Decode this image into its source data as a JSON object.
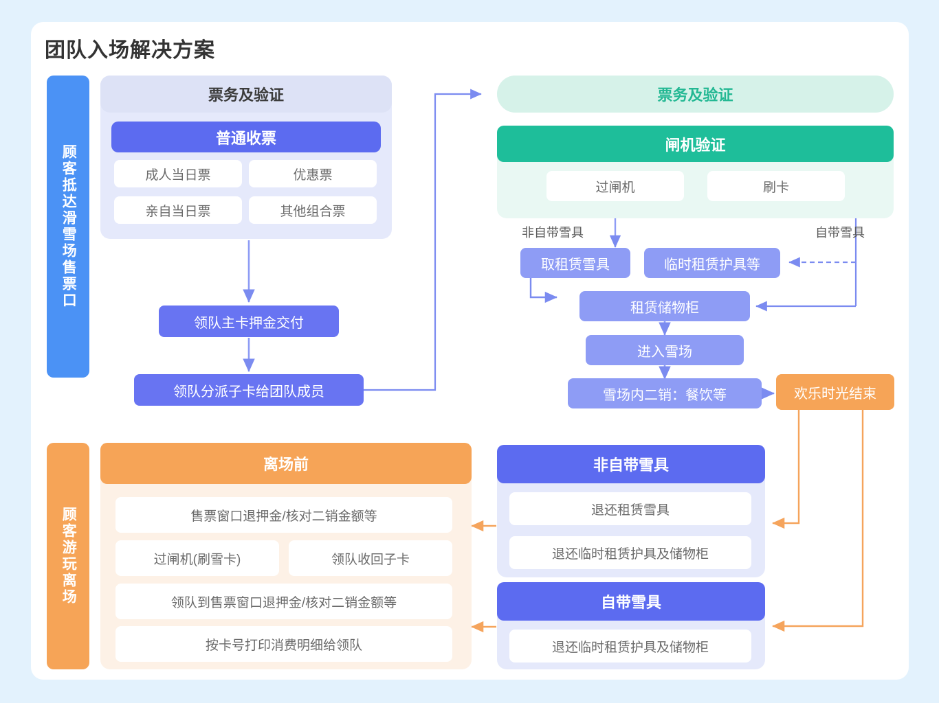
{
  "page": {
    "title": "团队入场解决方案",
    "background_color": "#e3f2fd",
    "card_color": "#ffffff"
  },
  "colors": {
    "lane_blue": "#4b92f5",
    "lane_orange": "#f6a457",
    "panel_lavender": "#e5e9fb",
    "panel_mint": "#e9f8f3",
    "panel_peach": "#fdf1e6",
    "head_lavender": "#dde2f6",
    "head_mint": "#d6f2e9",
    "head_green": "#1ebe9a",
    "head_indigo": "#5c6bf0",
    "head_orange": "#f6a457",
    "node_periwinkle": "#8e9cf5",
    "node_indigo": "#6874f2",
    "node_orange": "#f6a457",
    "wire_blue": "#7b8bf0",
    "wire_orange": "#f5a45c"
  },
  "lanes": {
    "top": "顾客抵达滑雪场售票口",
    "bottom": "顾客游玩离场"
  },
  "ticketing_panel": {
    "header": "票务及验证",
    "subheader": "普通收票",
    "chips": [
      "成人当日票",
      "优惠票",
      "亲自当日票",
      "其他组合票"
    ]
  },
  "leader_flow": {
    "deposit": "领队主卡押金交付",
    "assign": "领队分派子卡给团队成员"
  },
  "verification_panel": {
    "header": "票务及验证",
    "subheader": "闸机验证",
    "chips": [
      "过闸机",
      "刷卡"
    ]
  },
  "edge_labels": {
    "not_own_gear": "非自带雪具",
    "own_gear": "自带雪具"
  },
  "in_park_flow": {
    "rent_gear": "取租赁雪具",
    "temp_rent": "临时租赁护具等",
    "locker": "租赁储物柜",
    "enter": "进入雪场",
    "secondary_sales": "雪场内二销：餐饮等",
    "happy_end": "欢乐时光结束"
  },
  "before_leaving_panel": {
    "header": "离场前",
    "rows": [
      "售票窗口退押金/核对二销金额等",
      "过闸机(刷雪卡)",
      "领队收回子卡",
      "领队到售票窗口退押金/核对二销金额等",
      "按卡号打印消费明细给领队"
    ]
  },
  "return_not_own_panel": {
    "header": "非自带雪具",
    "chips": [
      "退还租赁雪具",
      "退还临时租赁护具及储物柜"
    ]
  },
  "return_own_panel": {
    "header": "自带雪具",
    "chips": [
      "退还临时租赁护具及储物柜"
    ]
  }
}
